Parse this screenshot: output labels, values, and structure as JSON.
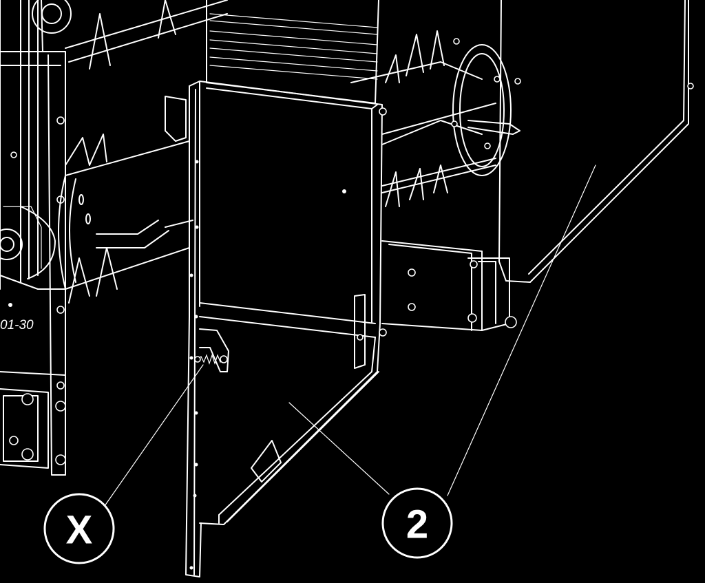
{
  "callouts": [
    {
      "id": "x",
      "label": "X"
    },
    {
      "id": "2",
      "label": "2"
    }
  ],
  "part_number_fragment": "01-30"
}
